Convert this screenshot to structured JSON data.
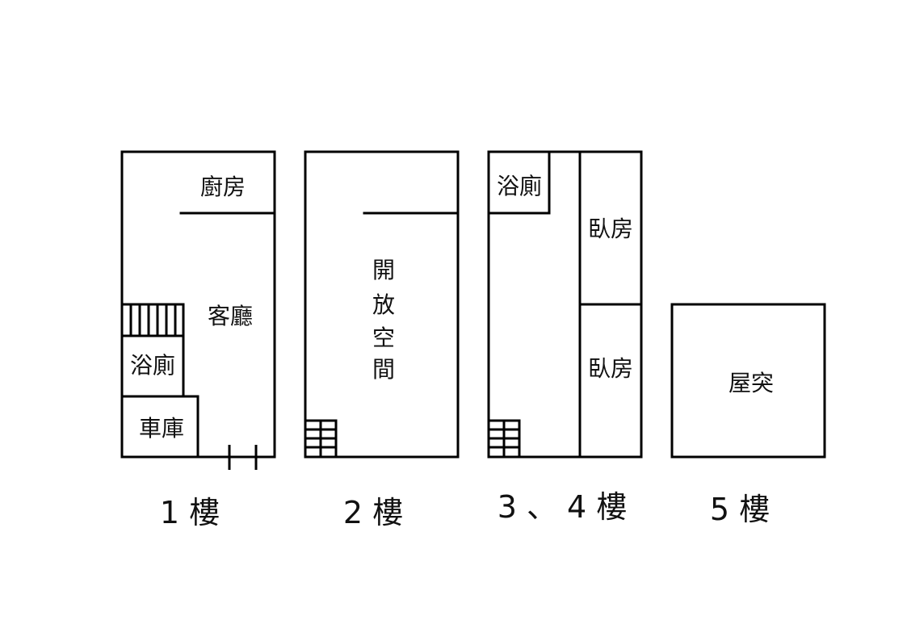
{
  "diagram": {
    "floors": [
      {
        "label": "1 樓",
        "rooms": {
          "kitchen": "廚房",
          "living": "客廳",
          "bath": "浴廁",
          "garage": "車庫"
        }
      },
      {
        "label": "2 樓",
        "rooms": {
          "open_space": [
            "開",
            "放",
            "空",
            "間"
          ]
        }
      },
      {
        "label": "3 、 4 樓",
        "rooms": {
          "bath": "浴廁",
          "bedroom_upper": "臥房",
          "bedroom_lower": "臥房"
        }
      },
      {
        "label": "5 樓",
        "rooms": {
          "rooftop": "屋突"
        }
      }
    ]
  }
}
